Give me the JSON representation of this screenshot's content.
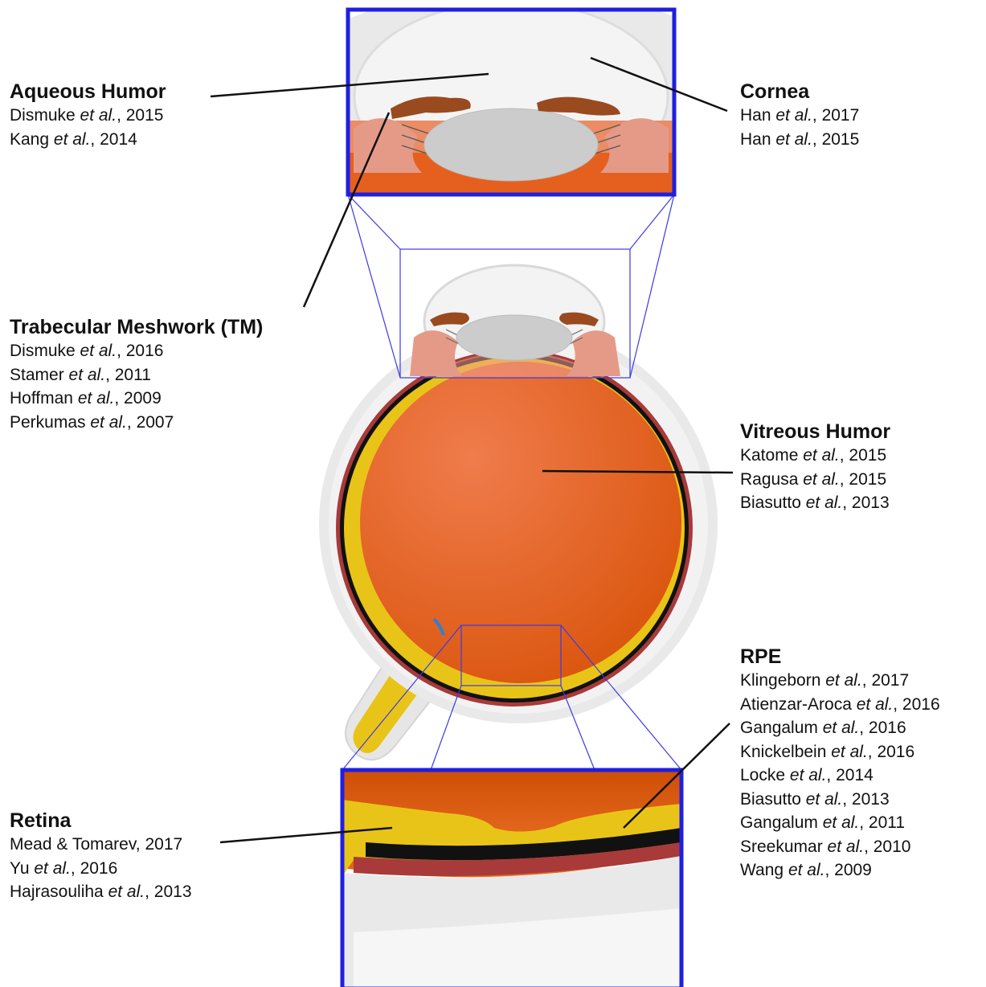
{
  "labels": [
    {
      "id": "aqueous",
      "heading": "Aqueous Humor",
      "citations": [
        {
          "author": "Dismuke",
          "etal": "et al.",
          "year": ", 2015"
        },
        {
          "author": "Kang",
          "etal": "et al.",
          "year": ", 2014"
        }
      ]
    },
    {
      "id": "cornea",
      "heading": "Cornea",
      "citations": [
        {
          "author": "Han",
          "etal": "et al.",
          "year": ", 2017"
        },
        {
          "author": "Han",
          "etal": "et al.",
          "year": ", 2015"
        }
      ]
    },
    {
      "id": "tm",
      "heading": "Trabecular Meshwork (TM)",
      "citations": [
        {
          "author": "Dismuke",
          "etal": "et al.",
          "year": ", 2016"
        },
        {
          "author": "Stamer",
          "etal": "et al.",
          "year": ", 2011"
        },
        {
          "author": "Hoffman",
          "etal": "et al.",
          "year": ", 2009"
        },
        {
          "author": "Perkumas",
          "etal": "et al.",
          "year": ", 2007"
        }
      ]
    },
    {
      "id": "vitreous",
      "heading": "Vitreous Humor",
      "citations": [
        {
          "author": "Katome",
          "etal": "et al.",
          "year": ", 2015"
        },
        {
          "author": "Ragusa",
          "etal": "et al.",
          "year": ", 2015"
        },
        {
          "author": "Biasutto",
          "etal": "et al.",
          "year": ", 2013"
        }
      ]
    },
    {
      "id": "rpe",
      "heading": "RPE",
      "citations": [
        {
          "author": "Klingeborn",
          "etal": "et al.",
          "year": ", 2017"
        },
        {
          "author": "Atienzar-Aroca",
          "etal": "et al.",
          "year": ", 2016"
        },
        {
          "author": "Gangalum",
          "etal": "et al.",
          "year": ", 2016"
        },
        {
          "author": "Knickelbein",
          "etal": "et al.",
          "year": ", 2016"
        },
        {
          "author": "Locke",
          "etal": "et al.",
          "year": ", 2014"
        },
        {
          "author": "Biasutto",
          "etal": "et al.",
          "year": ", 2013"
        },
        {
          "author": "Gangalum",
          "etal": "et al.",
          "year": ", 2011"
        },
        {
          "author": "Sreekumar",
          "etal": "et al.",
          "year": ", 2010"
        },
        {
          "author": "Wang",
          "etal": "et al.",
          "year": ", 2009"
        }
      ]
    },
    {
      "id": "retina",
      "heading": "Retina",
      "citations": [
        {
          "author": "Mead & Tomarev, 2017",
          "etal": "",
          "year": ""
        },
        {
          "author": "Yu",
          "etal": "et al.",
          "year": ", 2016"
        },
        {
          "author": "Hajrasouliha",
          "etal": "et al.",
          "year": ", 2013"
        }
      ]
    }
  ],
  "colors": {
    "sclera": "#e9e9e9",
    "vitreous": "#e5601e",
    "retina": "#e9c418",
    "rpe": "#111111",
    "choroid": "#a83a3a",
    "iris": "#9a4a1f",
    "ciliary": "#e59a88",
    "lens": "#cccccc",
    "zoom_frame": "#1f1fe0",
    "zoom_guide": "#3a3ae6"
  }
}
